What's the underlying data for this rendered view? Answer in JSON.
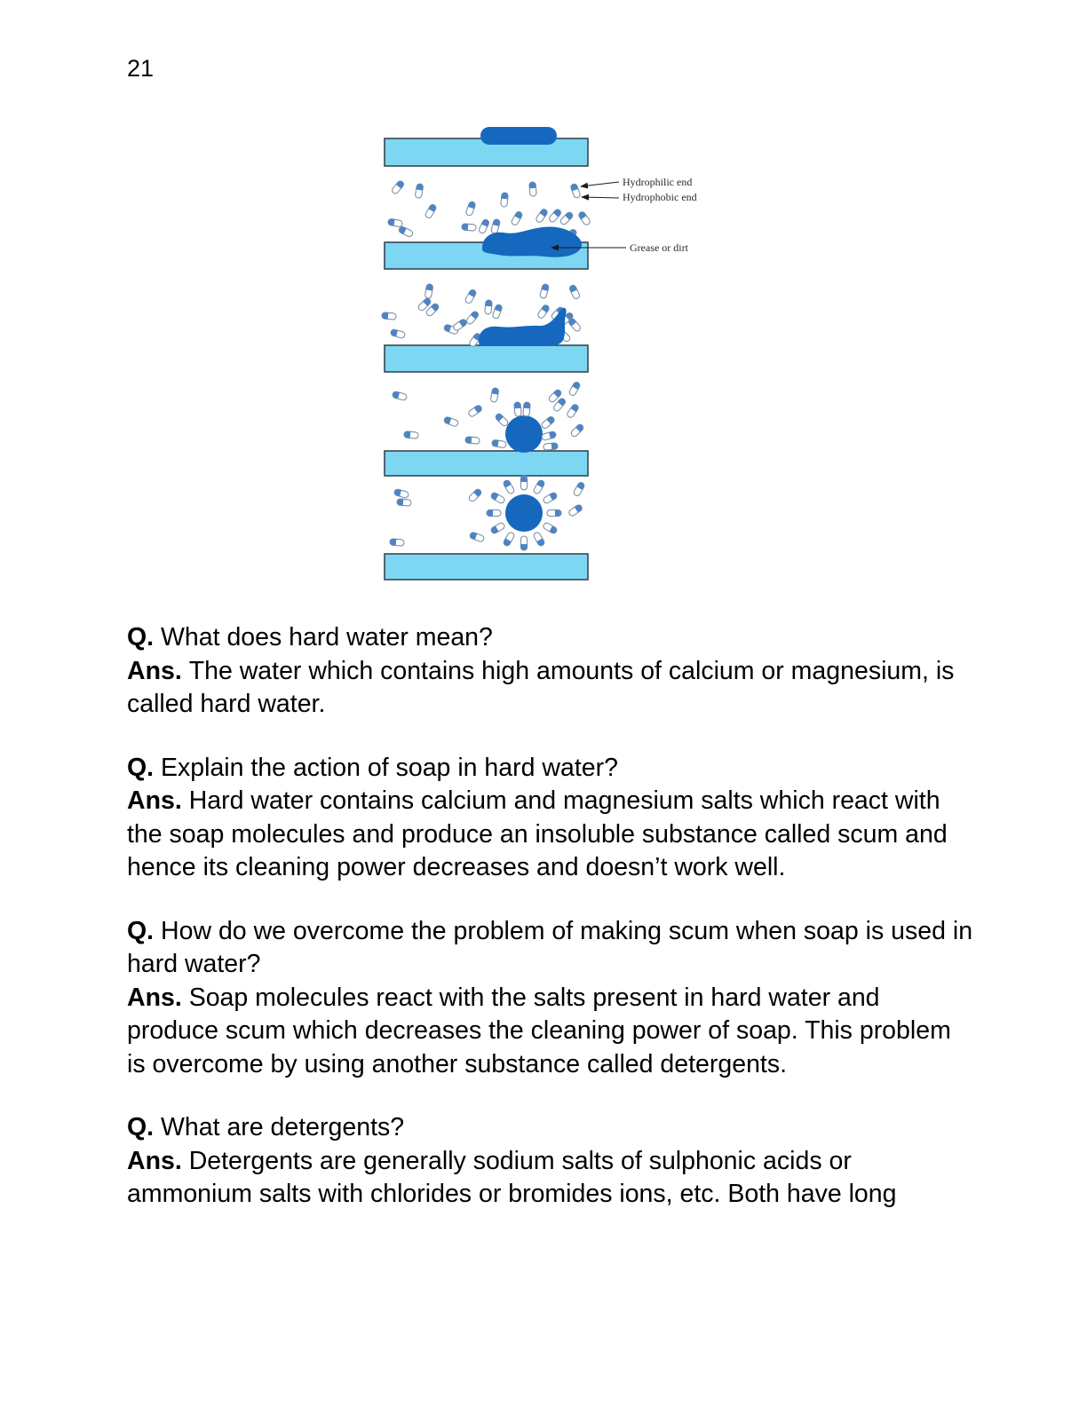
{
  "page_number": "21",
  "figure": {
    "labels": {
      "hydrophilic": "Hydrophilic end",
      "hydrophobic": "Hydrophobic end",
      "grease": "Grease or dirt"
    },
    "colors": {
      "surface_fill": "#7dd7f3",
      "surface_stroke": "#37474f",
      "grease_fill": "#1568bd",
      "molecule_head": "#4d84c6",
      "molecule_body": "#ffffff",
      "molecule_stroke": "#7d90a6",
      "label_text": "#2b2b2b"
    }
  },
  "qa": [
    {
      "q_prefix": "Q.",
      "q_lines": [
        "What does hard water mean?"
      ],
      "a_prefix": "Ans.",
      "a_lines": [
        "The water which contains high amounts of calcium or magnesium, is",
        "called hard water."
      ]
    },
    {
      "q_prefix": "Q.",
      "q_lines": [
        "Explain the action of soap in hard water?"
      ],
      "a_prefix": "Ans.",
      "a_lines": [
        "Hard water contains calcium and magnesium salts which react with",
        "the soap molecules and produce an insoluble substance called scum and",
        "hence its cleaning power decreases and doesn’t work well."
      ]
    },
    {
      "q_prefix": "Q.",
      "q_lines": [
        "How do we overcome the problem of making scum when soap is used in",
        "hard water?"
      ],
      "a_prefix": "Ans.",
      "a_lines": [
        "Soap molecules react with the salts present in hard water and",
        "produce scum which decreases the cleaning power of soap. This problem",
        "is overcome by using another substance called detergents."
      ]
    },
    {
      "q_prefix": "Q.",
      "q_lines": [
        "What are detergents?"
      ],
      "a_prefix": "Ans.",
      "a_lines": [
        "Detergents are generally sodium salts of sulphonic acids or",
        "ammonium salts with chlorides or bromides ions, etc. Both have long"
      ]
    }
  ]
}
